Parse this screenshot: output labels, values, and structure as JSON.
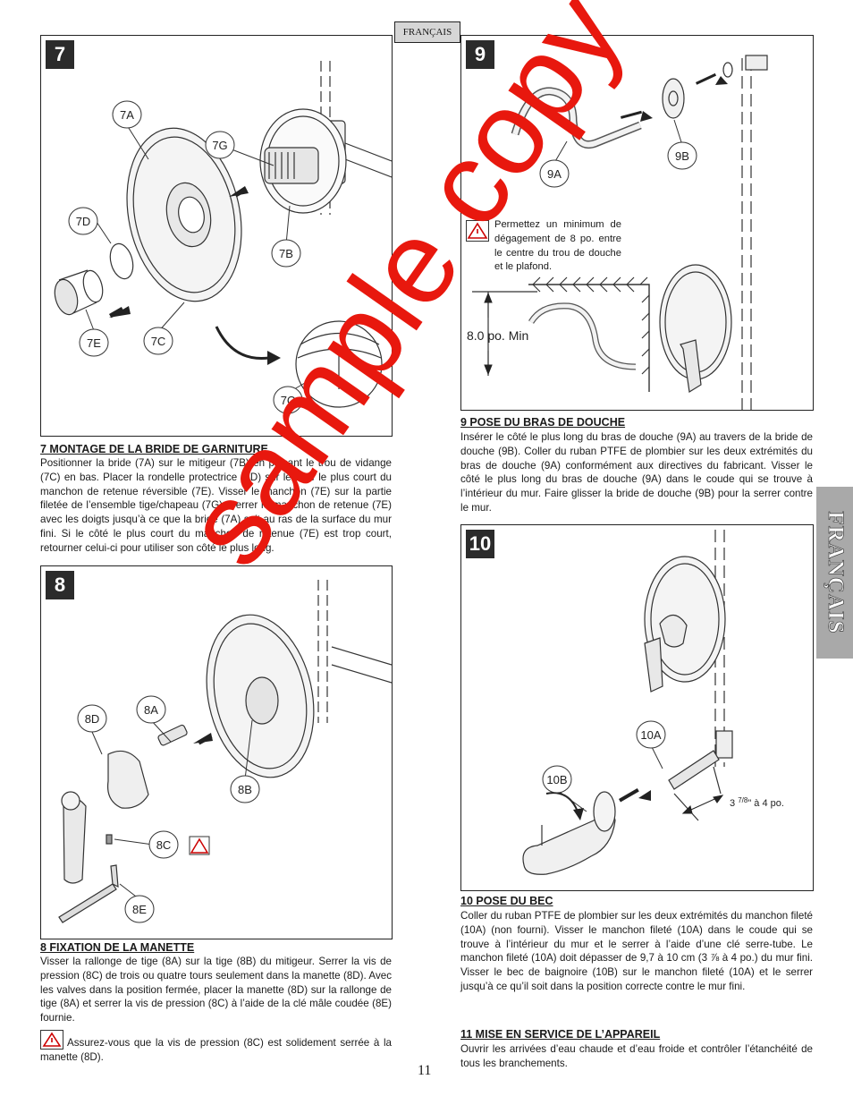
{
  "header": {
    "language_tag": "FRANÇAIS"
  },
  "side_tab": {
    "label": "FRANÇAIS"
  },
  "watermark": "sample copy",
  "page_number": "11",
  "icons": {
    "warning": "warning-triangle-icon"
  },
  "fig7": {
    "number": "7",
    "labels": [
      "7A",
      "7G",
      "7D",
      "7B",
      "7E",
      "7C",
      "7C"
    ]
  },
  "fig8": {
    "number": "8",
    "labels": [
      "8A",
      "8D",
      "8B",
      "8C",
      "8E"
    ]
  },
  "fig9": {
    "number": "9",
    "labels": [
      "9A",
      "9B"
    ],
    "warning": "Permettez un minimum de dégagement de 8 po. entre le centre du trou de douche et le plafond.",
    "dimension": "8.0 po. Min"
  },
  "fig10": {
    "number": "10",
    "labels": [
      "10A",
      "10B"
    ],
    "dimension_main": "3 ",
    "dimension_frac": "7/8",
    "dimension_tail": "\" à 4 po."
  },
  "s7": {
    "title": "7  MONTAGE DE LA BRIDE DE GARNITURE",
    "body": "Positionner la bride (7A) sur le mitigeur (7B) en plaçant le trou de vidange (7C) en bas. Placer la rondelle protectrice (7D) sur le côté le plus court du manchon de retenue réversible (7E). Visser le manchon (7E) sur la partie filetée de l’ensemble tige/chapeau (7G). Serrer le manchon de retenue (7E) avec les doigts jusqu’à ce que la bride (7A) soit au ras de la surface du mur fini. Si le côté le plus court du manchon de retenue (7E) est trop court, retourner celui-ci pour utiliser son côté le plus long."
  },
  "s8": {
    "title": "8  FIXATION DE LA MANETTE",
    "body": "Visser la rallonge de tige (8A) sur la tige (8B) du mitigeur. Serrer la vis de pression (8C) de trois ou quatre tours seulement dans la manette (8D). Avec les valves dans la position fermée, placer la manette (8D) sur la rallonge de tige (8A) et serrer la vis de pression (8C) à l’aide de la clé mâle coudée (8E) fournie.",
    "warning": "Assurez-vous que la vis de pression (8C) est solidement serrée à la manette (8D)."
  },
  "s9": {
    "title": "9  POSE DU BRAS DE DOUCHE",
    "body": "Insérer le côté le plus long du bras de douche (9A) au travers de la bride de douche (9B). Coller du ruban PTFE de plombier sur les deux extrémités du bras de douche (9A) conformément aux directives du fabricant. Visser le côté le plus long du bras de douche (9A) dans le coude qui se trouve à l’intérieur du mur. Faire glisser la bride de douche (9B) pour la serrer contre le mur."
  },
  "s10": {
    "title": "10  POSE DU BEC",
    "body": "Coller du ruban PTFE de plombier sur les deux extrémités du manchon fileté (10A) (non fourni). Visser le manchon fileté (10A) dans le coude qui se trouve à l’intérieur du mur et le serrer à l’aide d’une clé serre-tube. Le manchon fileté (10A) doit dépasser de 9,7 à 10 cm (3 ⅞ à 4 po.) du mur fini. Visser le bec de baignoire (10B) sur le manchon fileté (10A) et le serrer jusqu’à ce qu’il soit dans la position correcte contre le mur fini."
  },
  "s11": {
    "title": "11  MISE EN SERVICE DE L’APPAREIL",
    "body": "Ouvrir les arrivées d’eau chaude et d’eau froide et contrôler l’étanchéité de tous les branchements."
  }
}
